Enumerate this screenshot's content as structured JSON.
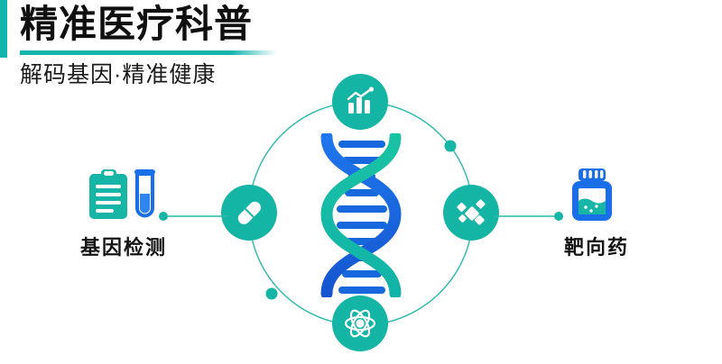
{
  "header": {
    "title": "精准医疗科普",
    "subtitle": "解码基因·精准健康",
    "accent_color": "#12b5ab",
    "title_color": "#101010"
  },
  "palette": {
    "teal": "#15b5a5",
    "teal_dark": "#12b5ab",
    "blue": "#1668dc",
    "blue_light": "#2f86f0",
    "ring_stroke": "#2bb8ad",
    "background": "#ffffff"
  },
  "diagram": {
    "center_graphic": "dna-double-helix",
    "ring": {
      "shape": "circle",
      "stroke_color": "#2bb8ad",
      "dots": [
        {
          "name": "ring-dot-upper-right",
          "color": "#15b5a5"
        },
        {
          "name": "ring-dot-lower-left",
          "color": "#15b5a5"
        }
      ]
    },
    "nodes": [
      {
        "position": "top",
        "icon": "bar-chart-trend-icon",
        "color": "#15b5a5"
      },
      {
        "position": "right",
        "icon": "molecule-icon",
        "color": "#15b5a5"
      },
      {
        "position": "bottom",
        "icon": "atom-icon",
        "color": "#15b5a5"
      },
      {
        "position": "left",
        "icon": "capsule-pill-icon",
        "color": "#15b5a5"
      }
    ]
  },
  "sides": {
    "left": {
      "label": "基因检测",
      "icon": "clipboard-test-tube-icon",
      "connector_dot_color": "#15b5a5"
    },
    "right": {
      "label": "靶向药",
      "icon": "medicine-bottle-icon",
      "connector_dot_color": "#15b5a5"
    }
  }
}
